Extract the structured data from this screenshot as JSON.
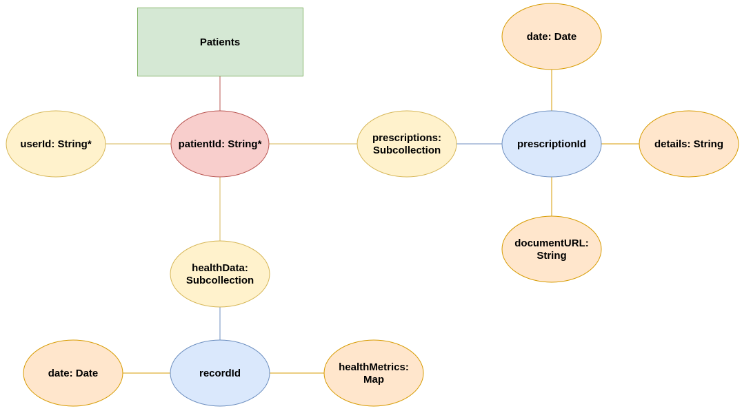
{
  "colors": {
    "entity_fill": "#d5e8d4",
    "entity_stroke": "#82b366",
    "primary_key_fill": "#f8cecc",
    "primary_key_stroke": "#b85450",
    "attribute_fill": "#fff2cc",
    "attribute_stroke": "#d6b656",
    "subkey_fill": "#dae8fc",
    "subkey_stroke": "#6c8ebf",
    "field_fill": "#ffe6cc",
    "field_stroke": "#d79b00",
    "edge_red": "#b85450",
    "edge_yellow": "#d6b656",
    "edge_blue": "#6c8ebf",
    "edge_orange": "#d79b00"
  },
  "nodes": {
    "patients": {
      "lines": [
        "Patients"
      ]
    },
    "patient_id": {
      "lines": [
        "patientId: String*"
      ]
    },
    "user_id": {
      "lines": [
        "userId: String*"
      ]
    },
    "prescriptions": {
      "lines": [
        "prescriptions:",
        "Subcollection"
      ]
    },
    "prescription_id": {
      "lines": [
        "prescriptionId"
      ]
    },
    "prescription_date": {
      "lines": [
        "date: Date"
      ]
    },
    "details": {
      "lines": [
        "details: String"
      ]
    },
    "document_url": {
      "lines": [
        "documentURL:",
        "String"
      ]
    },
    "health_data": {
      "lines": [
        "healthData:",
        "Subcollection"
      ]
    },
    "record_id": {
      "lines": [
        "recordId"
      ]
    },
    "record_date": {
      "lines": [
        "date: Date"
      ]
    },
    "health_metrics": {
      "lines": [
        "healthMetrics:",
        "Map"
      ]
    }
  }
}
